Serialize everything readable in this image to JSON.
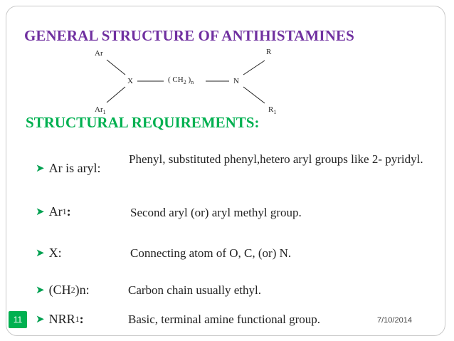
{
  "slide": {
    "title": "GENERAL STRUCTURE OF ANTIHISTAMINES",
    "subtitle": "STRUCTURAL REQUIREMENTS:",
    "page_number": "11",
    "date": "7/10/2014"
  },
  "structure": {
    "ar": "Ar",
    "ar1_base": "Ar",
    "ar1_sub": "1",
    "x": "X",
    "ch2_open": "( CH",
    "ch2_sub": "2",
    "ch2_close": " )",
    "ch2_n": "n",
    "n": "N",
    "r": "R",
    "r1_base": "R",
    "r1_sub": "1"
  },
  "requirements": [
    {
      "head": "Ar is aryl:",
      "desc": "Phenyl, substituted phenyl,hetero aryl groups like 2- pyridyl."
    },
    {
      "head_base": "Ar",
      "head_sub": "1",
      "head_tail": ":",
      "desc": "Second aryl (or) aryl methyl group."
    },
    {
      "head": "X:",
      "desc": "Connecting atom of  O, C, (or) N."
    },
    {
      "head_base": "(CH",
      "head_sub": "2",
      "head_tail": ")n:",
      "desc": "Carbon chain usually ethyl."
    },
    {
      "head_base": "NRR",
      "head_sub": "1",
      "head_tail": ":",
      "desc": "Basic, terminal amine functional group."
    }
  ],
  "icons": {
    "bullet": "arrow-bullet-icon"
  },
  "colors": {
    "title": "#7030a0",
    "subtitle": "#00b050",
    "bullet": "#00a050",
    "page_badge": "#00b050"
  }
}
